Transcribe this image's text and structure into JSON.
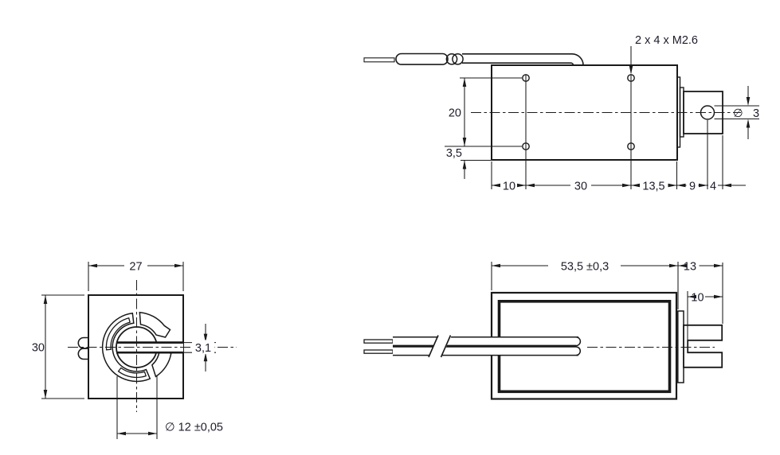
{
  "top_view": {
    "thread_note": "2 x 4 x M2.6",
    "dim_hole_row_spacing": "20",
    "dim_hole_row_to_edge": "3,5",
    "dim_left_edge_to_hole": "10",
    "dim_hole_spacing": "30",
    "dim_hole_to_right_edge": "13,5",
    "dim_edge_to_pin_hole": "9",
    "dim_pin_hole_to_tip": "4",
    "dim_pin_hole_dia_symbol": "∅",
    "dim_pin_hole_dia": "3"
  },
  "front_view": {
    "dim_width": "27",
    "dim_height": "30",
    "dim_slot_height": "3,1",
    "dim_plunger_dia": "∅ 12 ±0,05"
  },
  "side_view": {
    "dim_body_length": "53,5 ±0,3",
    "dim_plunger_extension": "13",
    "dim_fork_slot_depth": "10"
  },
  "colors": {
    "line": "#1a1a1a",
    "background": "#ffffff"
  }
}
